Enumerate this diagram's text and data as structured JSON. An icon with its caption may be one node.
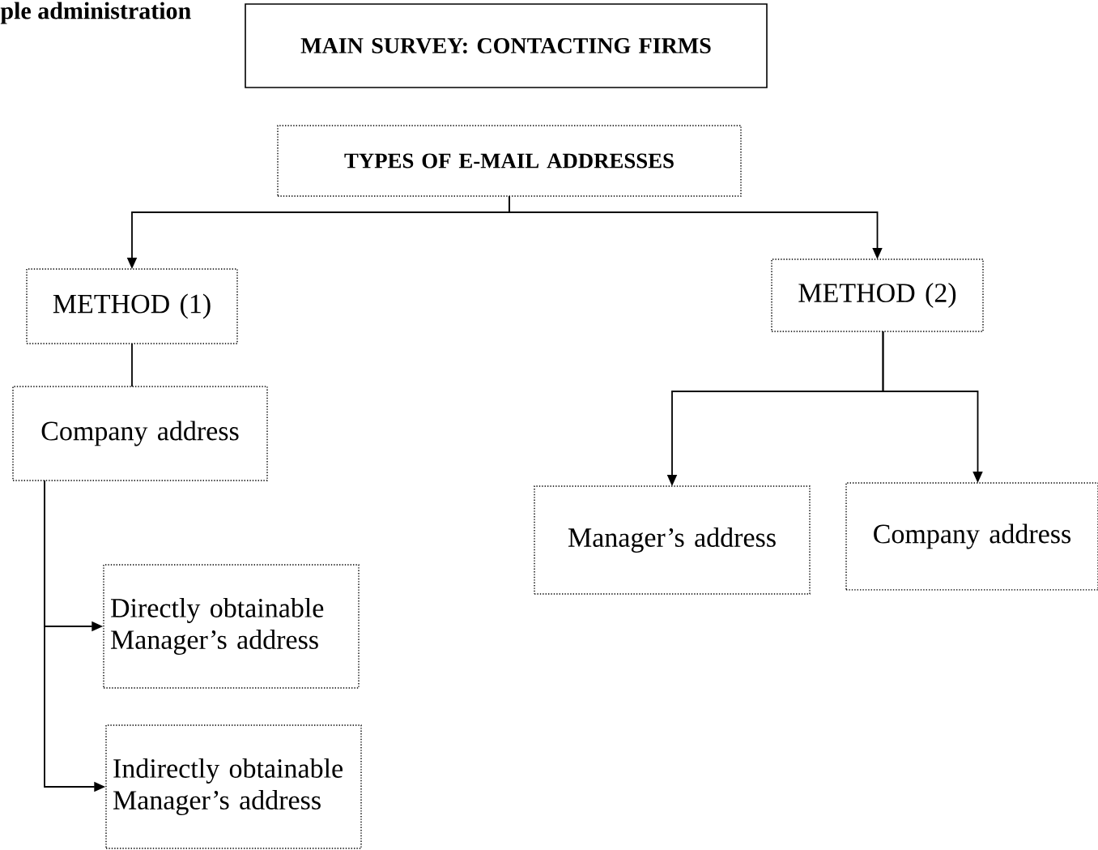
{
  "diagram": {
    "nodes": [
      {
        "text": [
          "MAIN SURVEY: CONTACTING FIRMS"
        ]
      },
      {
        "text": [
          "TYPES OF E-MAIL ADDRESSES"
        ]
      },
      {
        "text": [
          "METHOD (1)"
        ]
      },
      {
        "text": [
          "METHOD (2)"
        ]
      },
      {
        "text": [
          "Company address"
        ]
      },
      {
        "text": [
          "Manager’s address"
        ]
      },
      {
        "text": [
          "Company address"
        ]
      },
      {
        "text": [
          "Directly obtainable Manager’s address"
        ]
      },
      {
        "text": [
          "Indirectly obtainable Manager’s address"
        ]
      }
    ],
    "edges": [
      {
        "from": 1,
        "to": 2,
        "arrow": "to"
      },
      {
        "from": 1,
        "to": 3,
        "arrow": "to"
      },
      {
        "from": 2,
        "to": 4,
        "arrow": "none"
      },
      {
        "from": 3,
        "to": 5,
        "arrow": "to"
      },
      {
        "from": 3,
        "to": 6,
        "arrow": "to"
      },
      {
        "from": 4,
        "to": 7,
        "arrow": "to"
      },
      {
        "from": 4,
        "to": 8,
        "arrow": "to"
      }
    ],
    "labels": [
      "ple administration"
    ]
  }
}
